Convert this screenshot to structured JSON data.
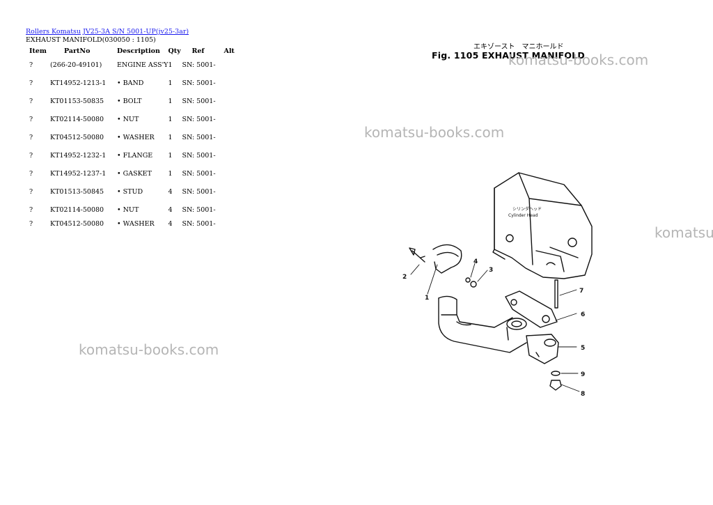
{
  "breadcrumb": {
    "link1": "Rollers Komatsu",
    "link2": "JV25-3A S/N 5001-UP(jv25-3ar)"
  },
  "subtitle": "EXHAUST MANIFOLD(030050 : 1105)",
  "table": {
    "headers": [
      "Item",
      "PartNo",
      "Description",
      "Qty",
      "Ref",
      "Alt"
    ],
    "rows": [
      {
        "item": "?",
        "part": "(266-20-49101)",
        "desc": "ENGINE ASS'Y",
        "qty": "1",
        "ref": "SN: 5001-",
        "alt": ""
      },
      {
        "item": "?",
        "part": "KT14952-1213-1",
        "desc": "• BAND",
        "qty": "1",
        "ref": "SN: 5001-",
        "alt": ""
      },
      {
        "item": "?",
        "part": "KT01153-50835",
        "desc": "• BOLT",
        "qty": "1",
        "ref": "SN: 5001-",
        "alt": ""
      },
      {
        "item": "?",
        "part": "KT02114-50080",
        "desc": "• NUT",
        "qty": "1",
        "ref": "SN: 5001-",
        "alt": ""
      },
      {
        "item": "?",
        "part": "KT04512-50080",
        "desc": "• WASHER",
        "qty": "1",
        "ref": "SN: 5001-",
        "alt": ""
      },
      {
        "item": "?",
        "part": "KT14952-1232-1",
        "desc": "• FLANGE",
        "qty": "1",
        "ref": "SN: 5001-",
        "alt": ""
      },
      {
        "item": "?",
        "part": "KT14952-1237-1",
        "desc": "• GASKET",
        "qty": "1",
        "ref": "SN: 5001-",
        "alt": ""
      },
      {
        "item": "?",
        "part": "KT01513-50845",
        "desc": "• STUD",
        "qty": "4",
        "ref": "SN: 5001-",
        "alt": ""
      },
      {
        "item": "?",
        "part": "KT02114-50080",
        "desc": "• NUT",
        "qty": "4",
        "ref": "SN: 5001-",
        "alt": ""
      },
      {
        "item": "?",
        "part": "KT04512-50080",
        "desc": "• WASHER",
        "qty": "4",
        "ref": "SN: 5001-",
        "alt": ""
      }
    ]
  },
  "figure": {
    "japanese_title": "エキゾースト　マニホールド",
    "title": "Fig. 1105 EXHAUST MANIFOLD",
    "head_label_jp": "シリンダヘッド",
    "head_label_en": "Cylinder Head",
    "callouts": [
      "1",
      "2",
      "3",
      "4",
      "5",
      "6",
      "7",
      "8",
      "9"
    ]
  },
  "watermark": "komatsu-books.com"
}
